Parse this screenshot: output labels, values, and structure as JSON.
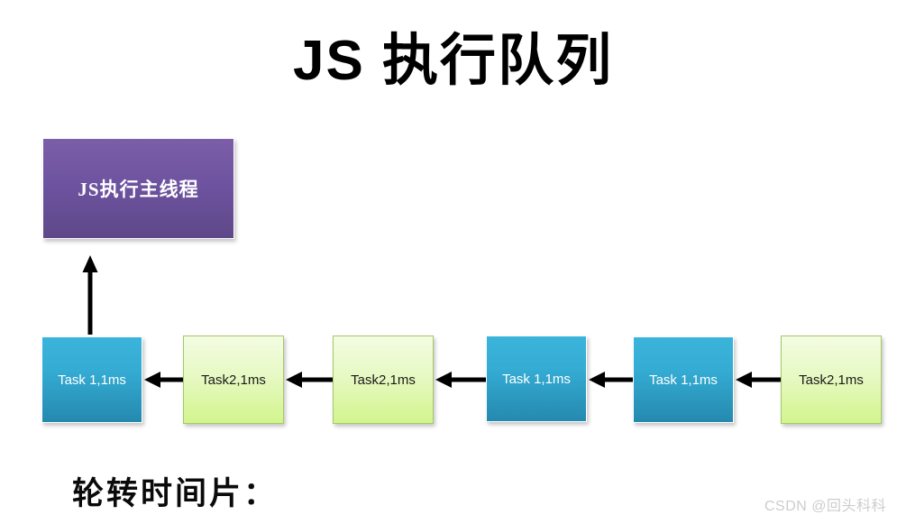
{
  "slide": {
    "title": "JS 执行队列",
    "caption": "轮转时间片：",
    "watermark": "CSDN @回头科科",
    "background_color": "#ffffff"
  },
  "main_thread_box": {
    "label": "JS执行主线程",
    "fill_top": "#7B5EA7",
    "fill_bottom": "#5F4889",
    "text_color": "#ffffff"
  },
  "queue": {
    "flow_direction": "right-to-left",
    "boxes": [
      {
        "label": "Task 1,1ms",
        "color": "blue",
        "fill_top": "#3BB4DC",
        "fill_bottom": "#2589AE",
        "text_color": "#ffffff"
      },
      {
        "label": "Task2,1ms",
        "color": "green",
        "fill_top": "#F4FCE3",
        "fill_bottom": "#D2F58D",
        "text_color": "#1a1a1a"
      },
      {
        "label": "Task2,1ms",
        "color": "green",
        "fill_top": "#F4FCE3",
        "fill_bottom": "#D2F58D",
        "text_color": "#1a1a1a"
      },
      {
        "label": "Task 1,1ms",
        "color": "blue",
        "fill_top": "#3BB4DC",
        "fill_bottom": "#2589AE",
        "text_color": "#ffffff"
      },
      {
        "label": "Task 1,1ms",
        "color": "blue",
        "fill_top": "#3BB4DC",
        "fill_bottom": "#2589AE",
        "text_color": "#ffffff"
      },
      {
        "label": "Task2,1ms",
        "color": "green",
        "fill_top": "#F4FCE3",
        "fill_bottom": "#D2F58D",
        "text_color": "#1a1a1a"
      }
    ]
  },
  "arrows": {
    "color": "#000000",
    "up_arrow_name": "arrow-to-main-thread",
    "horizontal_count": 5
  }
}
